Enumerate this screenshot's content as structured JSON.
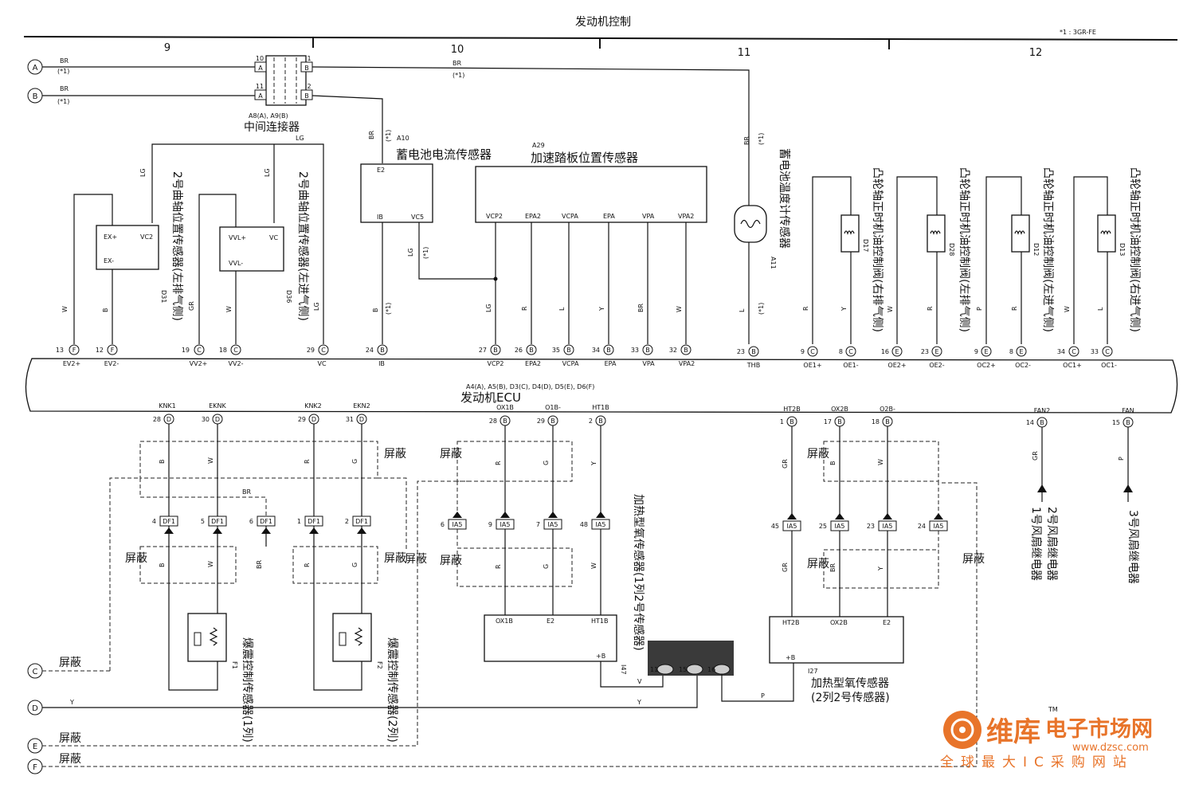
{
  "title": "发动机控制",
  "engine_note": "*1 : 3GR-FE",
  "grid_numbers": [
    "9",
    "10",
    "11",
    "12"
  ],
  "terminals_left": {
    "A": "A",
    "B": "B",
    "C": "C",
    "D": "D",
    "E": "E",
    "F": "F"
  },
  "wire_labels": {
    "br": "BR",
    "plus1": "(*1)",
    "lg": "LG",
    "w": "W",
    "b": "B",
    "gr": "GR",
    "l": "L",
    "y": "Y",
    "r": "R",
    "g": "G",
    "p": "P",
    "v": "V"
  },
  "junction": {
    "code": "A8(A), A9(B)",
    "name": "中间连接器",
    "pins": [
      "10",
      "11",
      "1",
      "2"
    ],
    "letters": [
      "A",
      "A",
      "B",
      "B"
    ]
  },
  "components": {
    "a10": {
      "code": "A10",
      "name": "蓄电池电流传感器",
      "e2": "E2",
      "ib": "IB",
      "vc5": "VC5"
    },
    "a29": {
      "code": "A29",
      "name": "加速踏板位置传感器",
      "pins": [
        "VCP2",
        "EPA2",
        "VCPA",
        "EPA",
        "VPA",
        "VPA2"
      ]
    },
    "d31": {
      "code": "D31",
      "name": "2号曲轴位置传感器(左排气侧)",
      "exp": "EX+",
      "vc2": "VC2",
      "exm": "EX-"
    },
    "d36": {
      "code": "D36",
      "name": "2号曲轴位置传感器(左进气侧)",
      "vvlp": "VVL+",
      "vc": "VC",
      "vvlm": "VVL-"
    },
    "a11": {
      "code": "A11",
      "name": "蓄电池温度计传感器"
    },
    "d17": {
      "code": "D17",
      "name": "凸轮轴正时机油控制阀(右排气侧)"
    },
    "d28": {
      "code": "D28",
      "name": "凸轮轴正时机油控制阀(左排气侧)"
    },
    "d12": {
      "code": "D12",
      "name": "凸轮轴正时机油控制阀(左进气侧)"
    },
    "d13": {
      "code": "D13",
      "name": "凸轮轴正时机油控制阀(右进气侧)"
    },
    "f1": {
      "code": "F1",
      "name": "爆震控制传感器(1列)"
    },
    "f2": {
      "code": "F2",
      "name": "爆震控制传感器(2列)"
    },
    "i47": {
      "code": "I47",
      "name": "加热型氧传感器(1列2号传感器)",
      "ox1b": "OX1B",
      "e2": "E2",
      "ht1b": "HT1B",
      "b": "+B"
    },
    "i27": {
      "code": "I27",
      "name1": "加热型氧传感器",
      "name2": "(2列2号传感器)",
      "ht2b": "HT2B",
      "ox2b": "OX2B",
      "e2": "E2",
      "b": "+B"
    },
    "relay12": {
      "line1": "1号风扇继电器",
      "line2": "2号风扇继电器"
    },
    "relay3": {
      "name": "3号风扇继电器"
    }
  },
  "ecu": {
    "code": "A4(A), A5(B), D3(C), D4(D), D5(E), D6(F)",
    "name": "发动机ECU",
    "top_pins": [
      {
        "num": "13",
        "conn": "F",
        "label": "EV2+"
      },
      {
        "num": "12",
        "conn": "F",
        "label": "EV2-"
      },
      {
        "num": "19",
        "conn": "C",
        "label": "VV2+"
      },
      {
        "num": "18",
        "conn": "C",
        "label": "VV2-"
      },
      {
        "num": "29",
        "conn": "C",
        "label": "VC"
      },
      {
        "num": "24",
        "conn": "B",
        "label": "IB"
      },
      {
        "num": "27",
        "conn": "B",
        "label": "VCP2"
      },
      {
        "num": "26",
        "conn": "B",
        "label": "EPA2"
      },
      {
        "num": "35",
        "conn": "B",
        "label": "VCPA"
      },
      {
        "num": "34",
        "conn": "B",
        "label": "EPA"
      },
      {
        "num": "33",
        "conn": "B",
        "label": "VPA"
      },
      {
        "num": "32",
        "conn": "B",
        "label": "VPA2"
      },
      {
        "num": "23",
        "conn": "B",
        "label": "THB"
      },
      {
        "num": "9",
        "conn": "C",
        "label": "OE1+"
      },
      {
        "num": "8",
        "conn": "C",
        "label": "OE1-"
      },
      {
        "num": "16",
        "conn": "E",
        "label": "OE2+"
      },
      {
        "num": "23",
        "conn": "E",
        "label": "OE2-"
      },
      {
        "num": "9",
        "conn": "E",
        "label": "OC2+"
      },
      {
        "num": "8",
        "conn": "E",
        "label": "OC2-"
      },
      {
        "num": "34",
        "conn": "C",
        "label": "OC1+"
      },
      {
        "num": "33",
        "conn": "C",
        "label": "OC1-"
      }
    ],
    "bottom_pins": [
      {
        "num": "28",
        "conn": "D",
        "label": "KNK1"
      },
      {
        "num": "30",
        "conn": "D",
        "label": "EKNK"
      },
      {
        "num": "29",
        "conn": "D",
        "label": "KNK2"
      },
      {
        "num": "31",
        "conn": "D",
        "label": "EKN2"
      },
      {
        "num": "28",
        "conn": "B",
        "label": "OX1B"
      },
      {
        "num": "29",
        "conn": "B",
        "label": "O1B-"
      },
      {
        "num": "2",
        "conn": "B",
        "label": "HT1B"
      },
      {
        "num": "1",
        "conn": "B",
        "label": "HT2B"
      },
      {
        "num": "17",
        "conn": "B",
        "label": "OX2B"
      },
      {
        "num": "18",
        "conn": "B",
        "label": "O2B-"
      },
      {
        "num": "14",
        "conn": "B",
        "label": "FAN2"
      },
      {
        "num": "15",
        "conn": "B",
        "label": "FAN"
      }
    ]
  },
  "connectors": {
    "df1": "DF1",
    "ia5": "IA5",
    "df1_pins": [
      "4",
      "5",
      "6",
      "1",
      "2"
    ],
    "ia5_left_pins": [
      "6",
      "9",
      "7",
      "48"
    ],
    "ia5_right_pins": [
      "45",
      "25",
      "23",
      "24"
    ],
    "hg": [
      "11",
      "15",
      "16"
    ]
  },
  "shield": "屏蔽",
  "watermark": {
    "brand": "维库",
    "market": "电子市场网",
    "url": "www.dzsc.com",
    "slogan": "全球最大IC采购网站",
    "tm": "TM"
  }
}
